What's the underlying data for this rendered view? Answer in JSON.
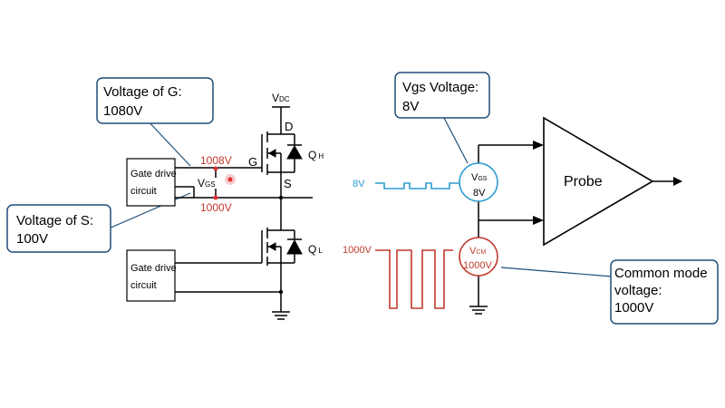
{
  "callouts": {
    "voltage_g": {
      "line1": "Voltage of G:",
      "line2": "1080V"
    },
    "voltage_s": {
      "line1": "Voltage of S:",
      "line2": "100V"
    },
    "vgs_voltage": {
      "line1": "Vgs Voltage:",
      "line2": "8V"
    },
    "common_mode": {
      "line1": "Common mode",
      "line2": "voltage:",
      "line3": "1000V"
    }
  },
  "circuit": {
    "vdc": {
      "main": "V",
      "sub": "DC"
    },
    "drain": "D",
    "gate": "G",
    "source": "S",
    "qh": {
      "main": "Q",
      "sub": "H"
    },
    "ql": {
      "main": "Q",
      "sub": "L"
    },
    "gate_drive_top": {
      "line1": "Gate drive",
      "line2": "circuit"
    },
    "gate_drive_bottom": {
      "line1": "Gate drive",
      "line2": "circuit"
    },
    "gate_node_voltage": "1008V",
    "source_node_voltage": "1000V",
    "vgs_label": {
      "main": "V",
      "sub": "GS"
    }
  },
  "probe_side": {
    "input_8v": "8V",
    "input_1000v": "1000V",
    "vgs_source": {
      "main": "V",
      "sub": "GS",
      "value": "8V"
    },
    "vcm_source": {
      "main": "V",
      "sub": "CM",
      "value": "1000V"
    },
    "probe_label": "Probe"
  },
  "colors": {
    "callout_border": "#1f4e79",
    "red_label": "#c0392b",
    "blue_signal": "#2e9bd1",
    "line": "#000000"
  }
}
